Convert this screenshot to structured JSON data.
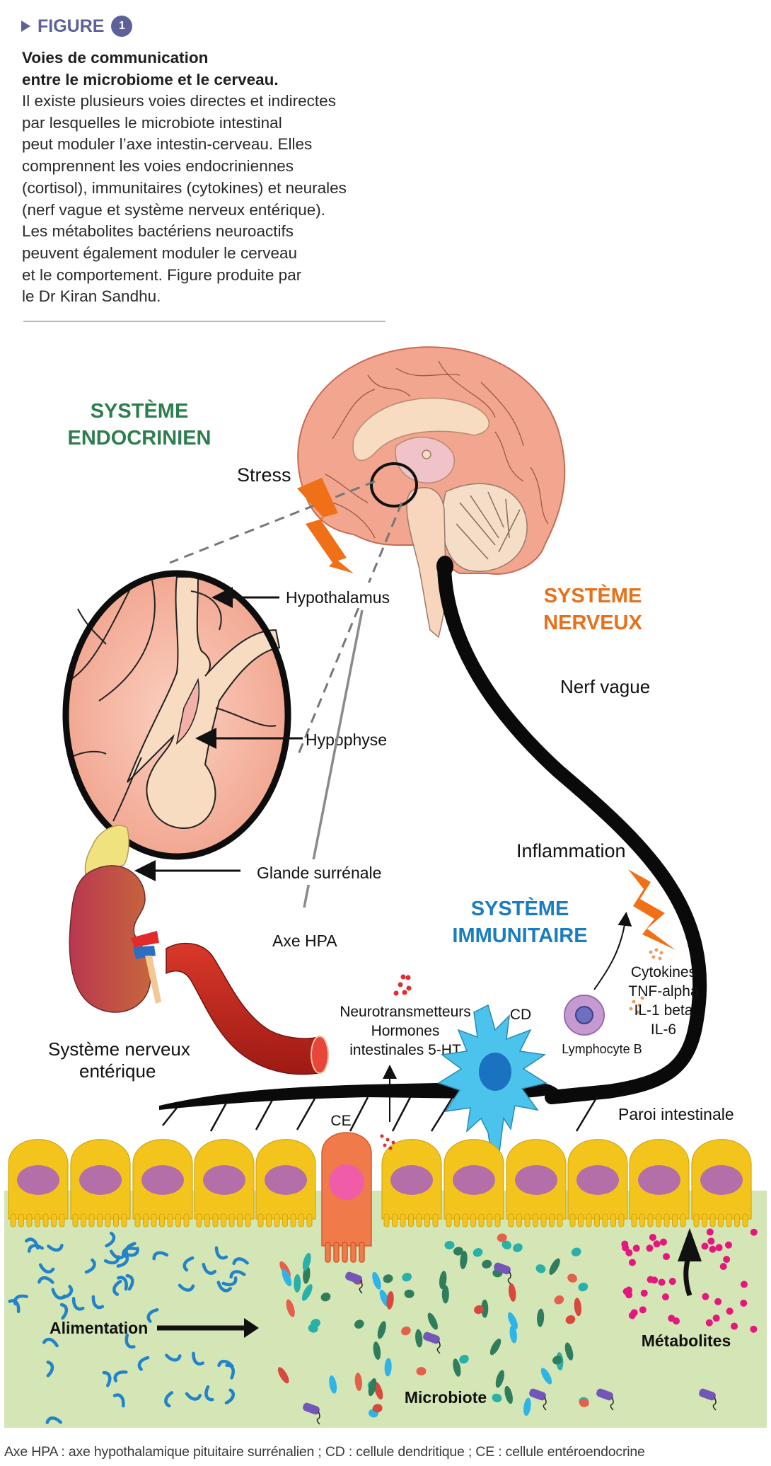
{
  "header": {
    "label": "FIGURE",
    "number": "1",
    "accent_color": "#5e6199"
  },
  "caption": {
    "title_lines": [
      "Voies de communication",
      "entre le microbiome et le cerveau."
    ],
    "body_lines": [
      "Il existe plusieurs voies directes et indirectes",
      "par lesquelles le microbiote intestinal",
      "peut moduler l’axe intestin-cerveau. Elles",
      "comprennent les voies endocriniennes",
      "(cortisol), immunitaires (cytokines) et neurales",
      "(nerf vague et système nerveux entérique).",
      "Les métabolites bactériens neuroactifs",
      "peuvent également moduler le cerveau",
      "et le comportement. Figure produite par",
      "le Dr Kiran Sandhu."
    ]
  },
  "diagram": {
    "systems": {
      "endocrine": {
        "line1": "SYSTÈME",
        "line2": "ENDOCRINIEN",
        "color": "#2e7d4f"
      },
      "nervous": {
        "line1": "SYSTÈME",
        "line2": "NERVEUX",
        "color": "#e8701a"
      },
      "immune": {
        "line1": "SYSTÈME",
        "line2": "IMMUNITAIRE",
        "color": "#1a7cc1"
      }
    },
    "labels": {
      "stress": "Stress",
      "hypothalamus": "Hypothalamus",
      "hypophyse": "Hypophyse",
      "glande": "Glande surrénale",
      "axe_hpa": "Axe HPA",
      "nerf_vague": "Nerf vague",
      "inflammation": "Inflammation",
      "neuro_1": "Neurotransmetteurs",
      "neuro_2": "Hormones",
      "neuro_3": "intestinales 5-HT",
      "cd": "CD",
      "cytokines": [
        "Cytokines",
        "TNF-alpha",
        "IL-1 beta",
        "IL-6"
      ],
      "lymphocyte": "Lymphocyte B",
      "sne_1": "Système nerveux",
      "sne_2": "entérique",
      "ce": "CE",
      "paroi": "Paroi intestinale",
      "alimentation": "Alimentation",
      "metabolites": "Métabolites",
      "microbiote": "Microbiote"
    },
    "colors": {
      "brain": "#f2a58f",
      "brain_inner": "#f7dcc2",
      "bolt": "#f07018",
      "epithelium": "#f3c51c",
      "nucleus": "#b56fa8",
      "lumen": "#d4e6b5",
      "dendritic_cell": "#4cc3ec",
      "enteroendocrine": "#f07a4a",
      "metabolite": "#e5177f"
    }
  },
  "footnote": "Axe HPA : axe hypothalamique pituitaire surrénalien ; CD : cellule dendritique ; CE : cellule entéroendocrine"
}
